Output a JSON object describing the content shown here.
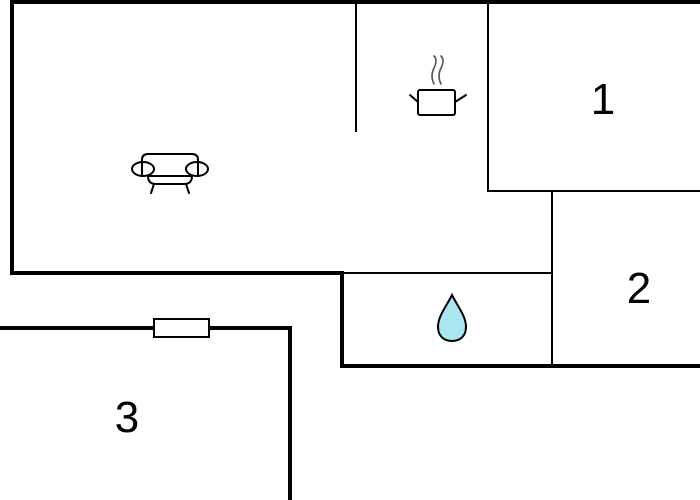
{
  "plan": {
    "room_labels": {
      "room_1": "1",
      "room_2": "2",
      "room_3": "3"
    },
    "icons": {
      "living_room": "sofa-icon",
      "kitchen": "cooking-pot-icon",
      "bathroom": "water-drop-icon",
      "window": "window-icon"
    },
    "colors": {
      "walls": "#000000",
      "background": "#ffffff",
      "water_drop_fill": "#a8e6f0",
      "water_drop_stroke": "#000000"
    }
  }
}
